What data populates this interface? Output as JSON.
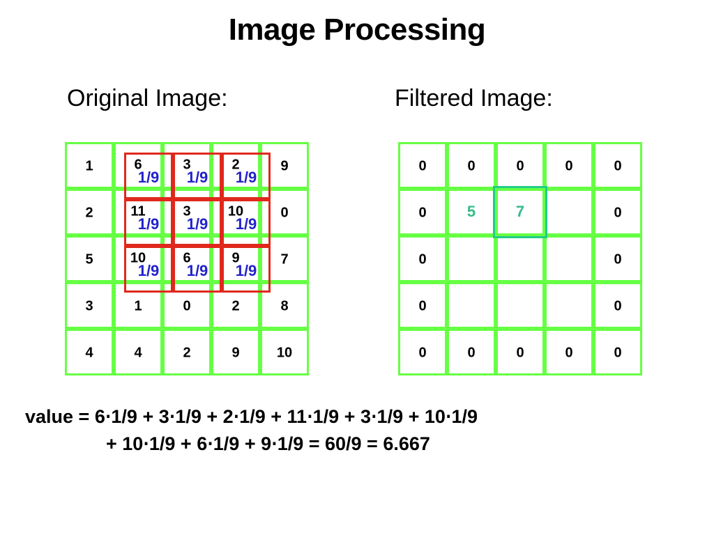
{
  "title": "Image Processing",
  "original_label": "Original Image:",
  "filtered_label": "Filtered Image:",
  "original_grid": [
    [
      "1",
      "6",
      "3",
      "2",
      "9"
    ],
    [
      "2",
      "11",
      "3",
      "10",
      "0"
    ],
    [
      "5",
      "10",
      "6",
      "9",
      "7"
    ],
    [
      "3",
      "1",
      "0",
      "2",
      "8"
    ],
    [
      "4",
      "4",
      "2",
      "9",
      "10"
    ]
  ],
  "kernel_weight": "1/9",
  "filtered_grid": [
    [
      "0",
      "0",
      "0",
      "0",
      "0"
    ],
    [
      "0",
      "5",
      "7",
      "",
      "0"
    ],
    [
      "0",
      "",
      "",
      "",
      "0"
    ],
    [
      "0",
      "",
      "",
      "",
      "0"
    ],
    [
      "0",
      "0",
      "0",
      "0",
      "0"
    ]
  ],
  "colors": {
    "grid": "#66ff44",
    "kernel": "#e0281c",
    "weight": "#2222cc",
    "highlight": "#22cc88",
    "computed": "#33bb88"
  },
  "formula_line1": "value = 6⋅1/9 + 3⋅1/9 + 2⋅1/9 + 11⋅1/9 + 3⋅1/9 + 10⋅1/9",
  "formula_line2": "+ 10⋅1/9 + 6⋅1/9 + 9⋅1/9 = 60/9 = 6.667"
}
